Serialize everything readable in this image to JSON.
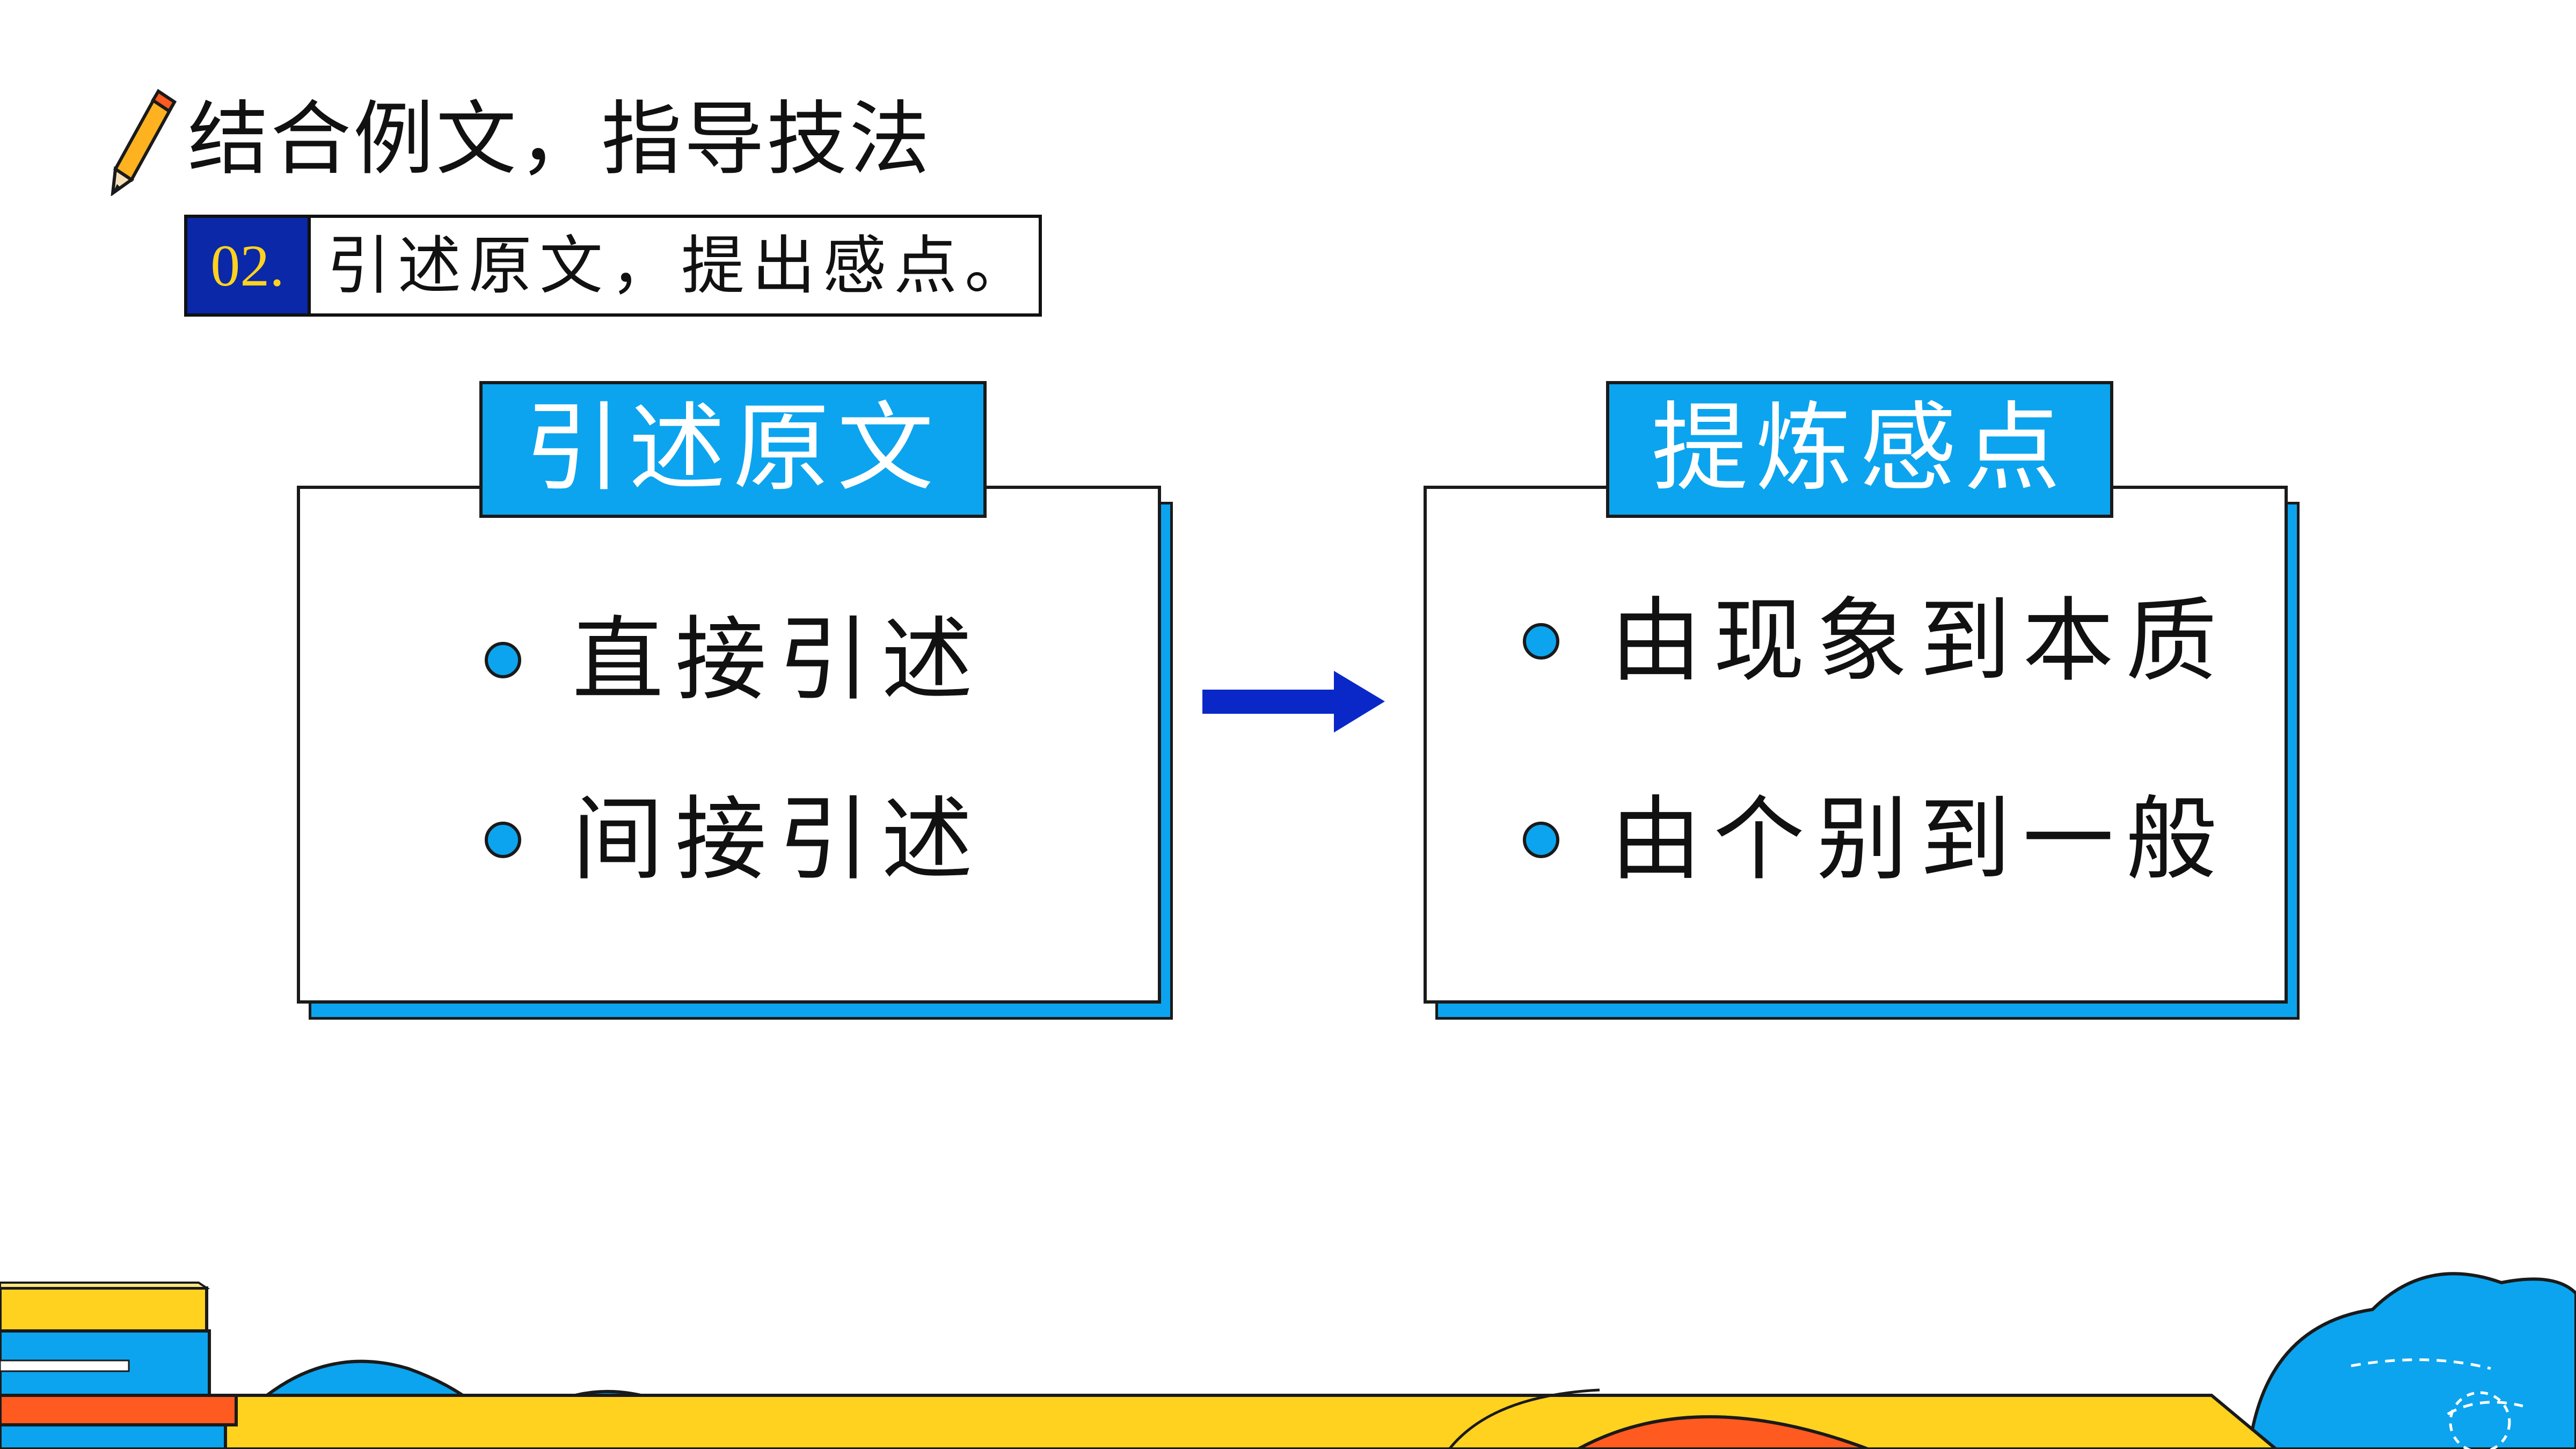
{
  "header": {
    "title": "结合例文，指导技法"
  },
  "subtitle": {
    "number": "02.",
    "text": "引述原文，提出感点。"
  },
  "cards": [
    {
      "tag": "引述原文",
      "items": [
        "直接引述",
        "间接引述"
      ]
    },
    {
      "tag": "提炼感点",
      "items": [
        "由现象到本质",
        "由个别到一般"
      ]
    }
  ],
  "icons": {
    "pencil": "pencil-icon",
    "arrow": "arrow-right-icon",
    "bullet": "bullet-dot-icon"
  },
  "colors": {
    "accent_blue": "#0ca4ee",
    "navy": "#0a28a8",
    "yellow": "#ffd21f",
    "orange": "#ff5a1f"
  }
}
